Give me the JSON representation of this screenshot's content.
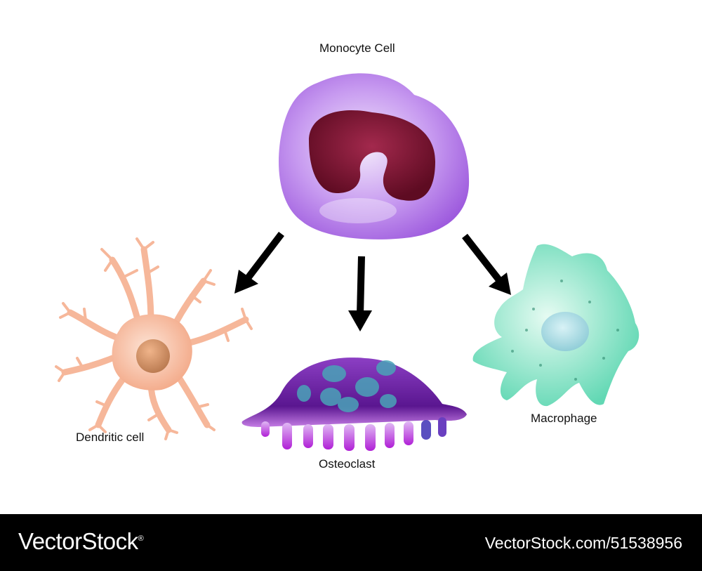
{
  "labels": {
    "monocyte": "Monocyte Cell",
    "dendritic": "Dendritic cell",
    "osteoclast": "Osteoclast",
    "macrophage": "Macrophage"
  },
  "watermark": {
    "brand": "VectorStock",
    "brand_mark": "®",
    "reference": "VectorStock.com/51538956"
  },
  "colors": {
    "monocyte": "#b57ee6",
    "monocyte_nucleus": "#7a1230",
    "dendritic": "#f6b79a",
    "dendritic_nucleus": "#d79468",
    "osteoclast": "#6a1fa0",
    "osteoclast_nuclei": "#4aa3b8",
    "macrophage": "#7fe0c2",
    "macrophage_nucleus": "#a6dce4",
    "arrow": "#000000",
    "footer": "#000000"
  }
}
